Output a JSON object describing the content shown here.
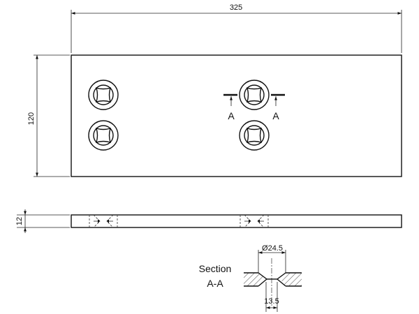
{
  "dimensions": {
    "overall_length": "325",
    "overall_height": "120",
    "thickness": "12",
    "hole_diameter": "Ø24.5",
    "inner_width": "13.5"
  },
  "section_marker": {
    "left": "A",
    "right": "A"
  },
  "section_title": {
    "line1": "Section",
    "line2": "A-A"
  }
}
